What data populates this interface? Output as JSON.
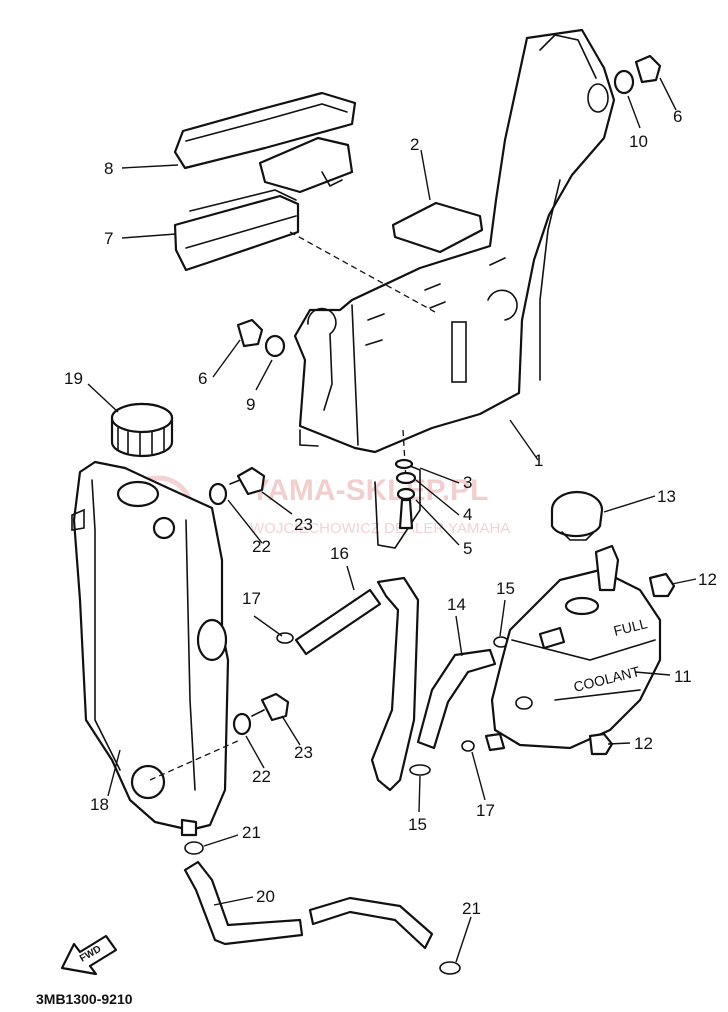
{
  "diagram_code": "3MB1300-9210",
  "fwd_label": "FWD",
  "watermark": {
    "main": "YAMA-SKLEP.PL",
    "sub": "WOJCIECHOWICZ DEALER YAMAHA"
  },
  "tank_labels": {
    "full": "FULL",
    "coolant": "COOLANT"
  },
  "cap_text": "",
  "callouts": {
    "c1": "1",
    "c2": "2",
    "c3": "3",
    "c4": "4",
    "c5": "5",
    "c6a": "6",
    "c6b": "6",
    "c7": "7",
    "c8": "8",
    "c9": "9",
    "c10": "10",
    "c11": "11",
    "c12a": "12",
    "c12b": "12",
    "c13": "13",
    "c14": "14",
    "c15a": "15",
    "c15b": "15",
    "c16": "16",
    "c17a": "17",
    "c17b": "17",
    "c18": "18",
    "c19": "19",
    "c20": "20",
    "c21a": "21",
    "c21b": "21",
    "c22a": "22",
    "c22b": "22",
    "c23a": "23",
    "c23b": "23"
  }
}
